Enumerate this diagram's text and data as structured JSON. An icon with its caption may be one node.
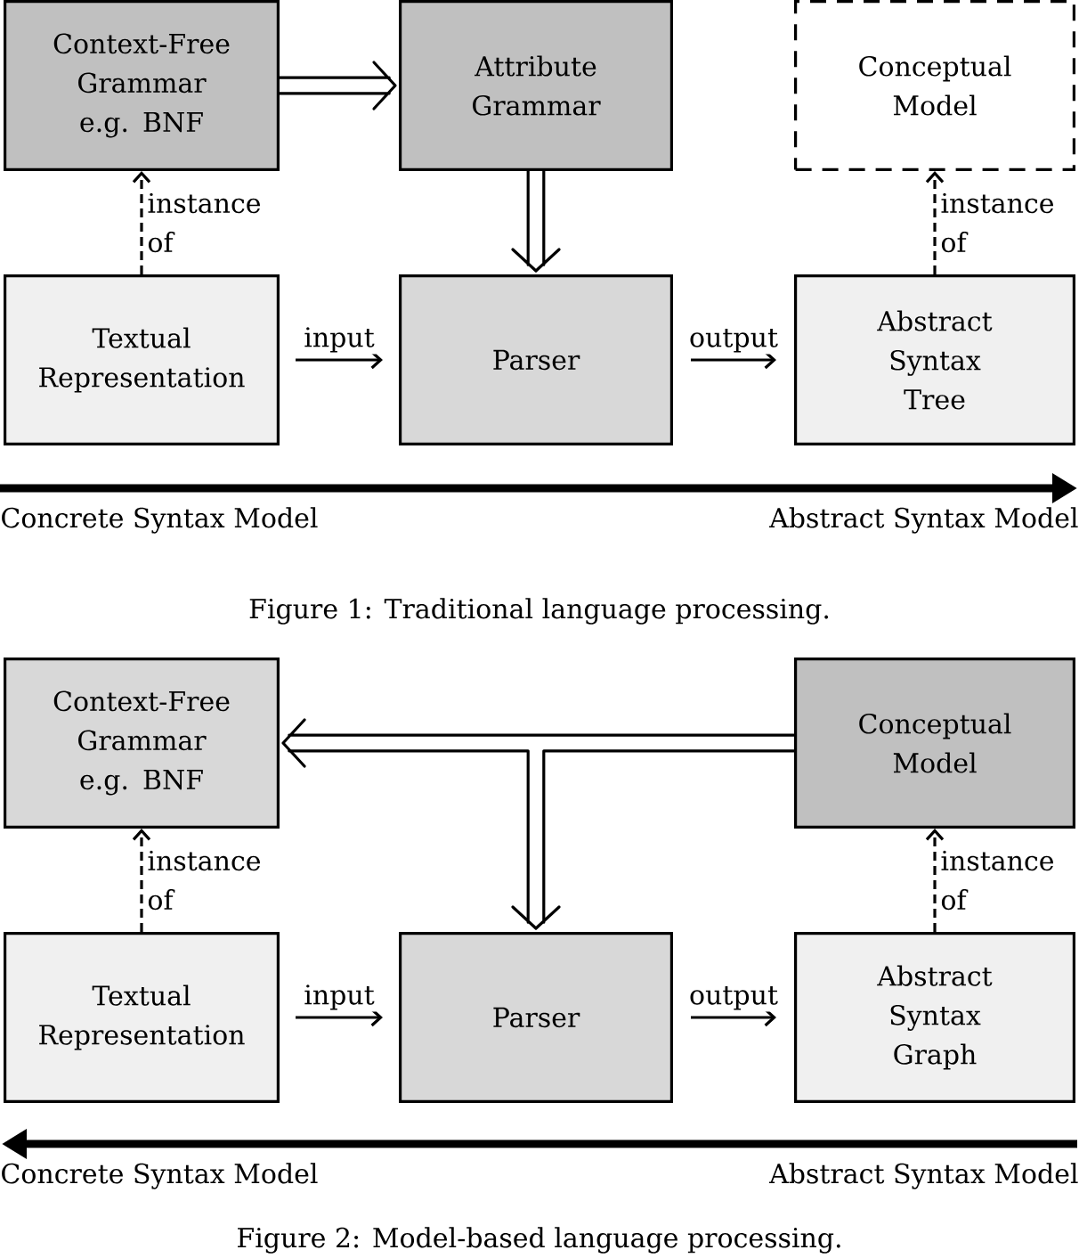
{
  "diagram": {
    "nodes": [
      {
        "text": [
          "Context-Free Grammar e.g. BNF"
        ]
      },
      {
        "text": [
          "Attribute Grammar"
        ]
      },
      {
        "text": [
          "Conceptual Model"
        ]
      },
      {
        "text": [
          "Textual Representation"
        ]
      },
      {
        "text": [
          "Parser"
        ]
      },
      {
        "text": [
          "Abstract Syntax Tree"
        ]
      },
      {
        "text": [
          "Context-Free Grammar e.g. BNF"
        ]
      },
      {
        "text": [
          "Conceptual Model"
        ]
      },
      {
        "text": [
          "Textual Representation"
        ]
      },
      {
        "text": [
          "Parser"
        ]
      },
      {
        "text": [
          "Abstract Syntax Graph"
        ]
      }
    ],
    "edges": [
      {
        "from": 0,
        "to": 1,
        "arrow": "to"
      },
      {
        "from": 1,
        "to": 4,
        "arrow": "to"
      },
      {
        "from": 3,
        "to": 0,
        "arrow": "to",
        "style": "dashed",
        "label": "instance of"
      },
      {
        "from": 3,
        "to": 4,
        "arrow": "to",
        "label": "input"
      },
      {
        "from": 4,
        "to": 5,
        "arrow": "to",
        "label": "output"
      },
      {
        "from": 5,
        "to": 2,
        "arrow": "to",
        "style": "dashed",
        "label": "instance of"
      },
      {
        "from": 7,
        "to": 6,
        "arrow": "to"
      },
      {
        "from": 7,
        "to": 9,
        "arrow": "to"
      },
      {
        "from": 8,
        "to": 6,
        "arrow": "to",
        "style": "dashed",
        "label": "instance of"
      },
      {
        "from": 8,
        "to": 9,
        "arrow": "to",
        "label": "input"
      },
      {
        "from": 9,
        "to": 10,
        "arrow": "to",
        "label": "output"
      },
      {
        "from": 10,
        "to": 7,
        "arrow": "to",
        "style": "dashed",
        "label": "instance of"
      }
    ],
    "labels": [
      "Concrete Syntax Model",
      "Abstract Syntax Model",
      "Figure 1: Traditional language processing.",
      "Concrete Syntax Model",
      "Abstract Syntax Model",
      "Figure 2: Model-based language processing."
    ]
  }
}
